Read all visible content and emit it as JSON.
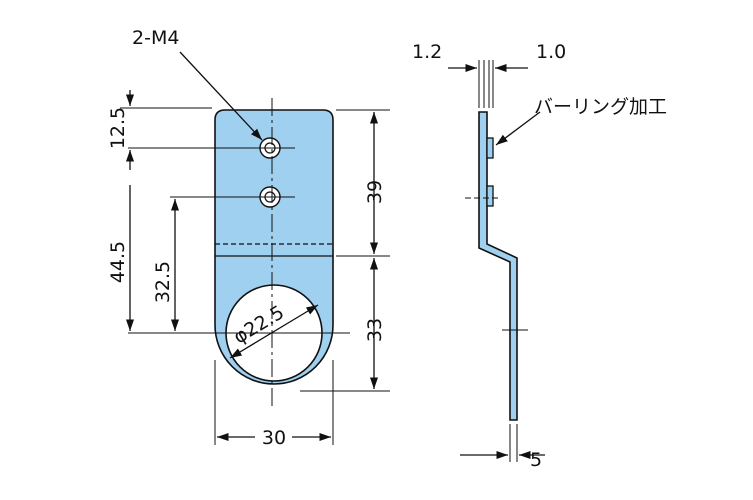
{
  "labels": {
    "hole_spec": "2-M4",
    "burring": "バーリング加工"
  },
  "dimensions": {
    "d12_5": "12.5",
    "d44_5": "44.5",
    "d32_5": "32.5",
    "d39": "39",
    "d33": "33",
    "d30": "30",
    "dia": "φ22.5",
    "t1_2": "1.2",
    "t1_0": "1.0",
    "d5": "5"
  },
  "colors": {
    "part_fill": "#9fd0f0",
    "line": "#111111"
  }
}
